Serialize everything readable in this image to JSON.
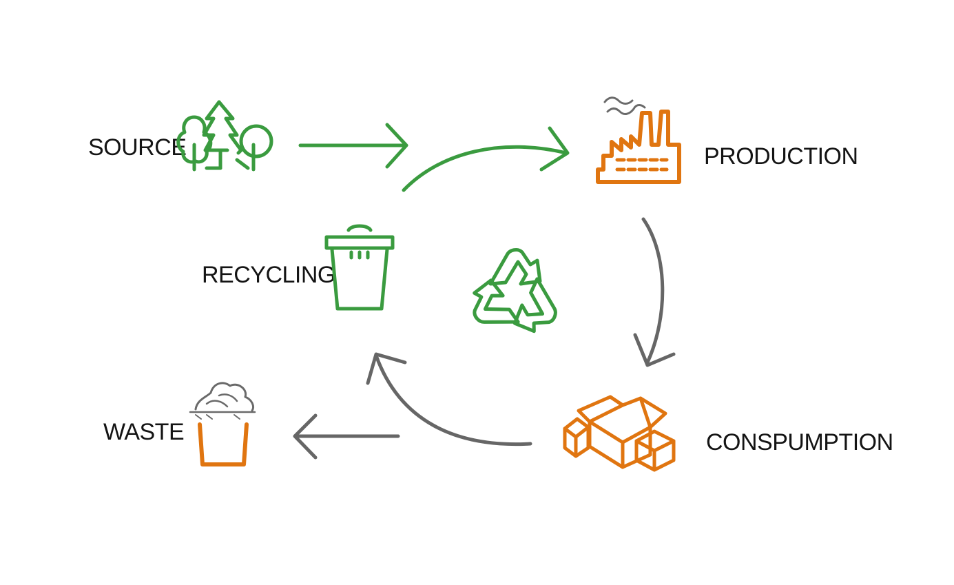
{
  "colors": {
    "green": "#3a9b3f",
    "orange": "#e07510",
    "gray": "#666666",
    "text": "#141414"
  },
  "nodes": {
    "source": {
      "label": "SOURCE",
      "icon": "trees-icon",
      "color": "green"
    },
    "production": {
      "label": "PRODUCTION",
      "icon": "factory-icon",
      "color": "orange"
    },
    "consumption": {
      "label": "CONSPUMPTION",
      "icon": "boxes-icon",
      "color": "orange"
    },
    "waste": {
      "label": "WASTE",
      "icon": "waste-bin-icon",
      "color": "orange"
    },
    "recycling": {
      "label": "RECYCLING",
      "icon": "recycle-bin-icon",
      "color": "green"
    }
  },
  "center_icon": "recycle-symbol-icon",
  "edges": [
    {
      "from": "source",
      "to": "production",
      "color": "green"
    },
    {
      "from": "recycling",
      "to": "production",
      "color": "green"
    },
    {
      "from": "production",
      "to": "consumption",
      "color": "gray"
    },
    {
      "from": "consumption",
      "to": "recycling",
      "color": "gray"
    },
    {
      "from": "consumption",
      "to": "waste",
      "color": "gray"
    }
  ]
}
